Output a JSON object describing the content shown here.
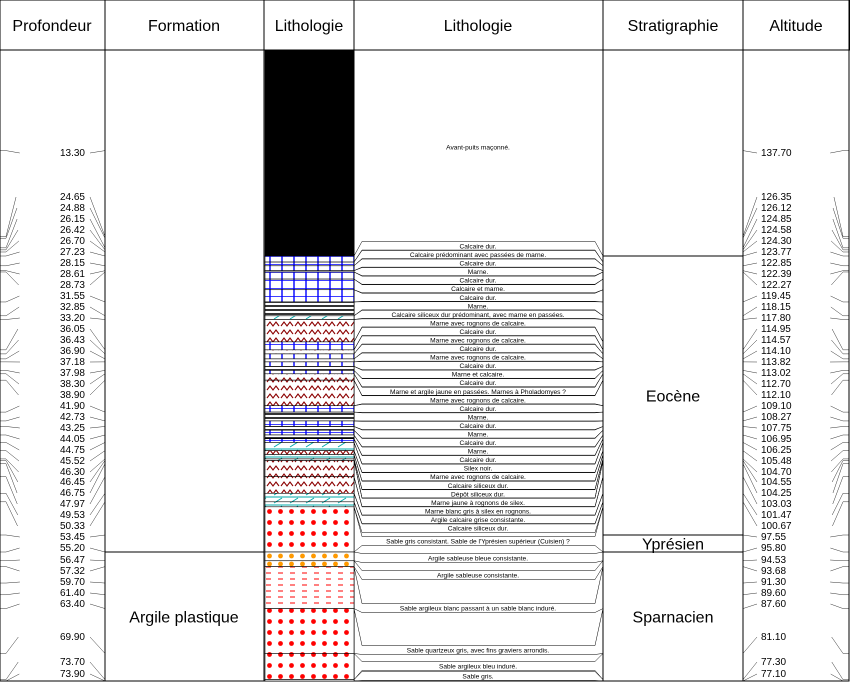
{
  "headers": [
    "Profondeur",
    "Formation",
    "Lithologie",
    "Lithologie",
    "Stratigraphie",
    "Altitude"
  ],
  "formations": [
    {
      "name": "",
      "top": 0,
      "bottom": 55.2
    },
    {
      "name": "Argile plastique",
      "top": 55.2,
      "bottom": 73.9
    }
  ],
  "stratigraphy": [
    {
      "name": "",
      "top": 0,
      "bottom": 27.23
    },
    {
      "name": "Eocène",
      "top": 27.23,
      "bottom": 53.45
    },
    {
      "name": "Yprésien",
      "top": 53.45,
      "bottom": 55.2
    },
    {
      "name": "Sparnacien",
      "top": 55.2,
      "bottom": 73.9
    }
  ],
  "colors": {
    "masonry": "#000000",
    "limestone": "#0000ff",
    "marl": "#000000",
    "nodules": "#8b0000",
    "siliceous": "#00aaaa",
    "sand": "#ff0000",
    "clay_sand": "#ff9900"
  },
  "layers": [
    {
      "top": 0,
      "bottom": 27.23,
      "pattern": "masonry",
      "desc": "Avant-puits maçonné."
    },
    {
      "top": 27.23,
      "bottom": 27.8,
      "pattern": "limestone",
      "desc": "Calcaire dur."
    },
    {
      "top": 27.8,
      "bottom": 28.15,
      "pattern": "limestone",
      "desc": "Calcaire prédominant avec passées de marne."
    },
    {
      "top": 28.15,
      "bottom": 28.61,
      "pattern": "limestone",
      "desc": "Calcaire dur."
    },
    {
      "top": 28.61,
      "bottom": 28.73,
      "pattern": "marl",
      "desc": "Marne."
    },
    {
      "top": 28.73,
      "bottom": 29.4,
      "pattern": "limestone",
      "desc": "Calcaire dur."
    },
    {
      "top": 29.4,
      "bottom": 30.4,
      "pattern": "limestone",
      "desc": "Calcaire et marne."
    },
    {
      "top": 30.4,
      "bottom": 31.55,
      "pattern": "limestone",
      "desc": "Calcaire dur."
    },
    {
      "top": 31.55,
      "bottom": 32.85,
      "pattern": "marl",
      "desc": "Marne."
    },
    {
      "top": 32.85,
      "bottom": 33.2,
      "pattern": "siliceous",
      "desc": "Calcaire siliceux dur prédominant, avec marne en passées."
    },
    {
      "top": 33.2,
      "bottom": 35.3,
      "pattern": "nodules",
      "desc": "Marne avec rognons de calcaire."
    },
    {
      "top": 35.3,
      "bottom": 36.05,
      "pattern": "limestone",
      "desc": "Calcaire dur."
    },
    {
      "top": 36.05,
      "bottom": 36.43,
      "pattern": "nodules",
      "desc": "Marne avec rognons de calcaire."
    },
    {
      "top": 36.43,
      "bottom": 36.9,
      "pattern": "limestone",
      "desc": "Calcaire dur."
    },
    {
      "top": 36.9,
      "bottom": 37.18,
      "pattern": "nodules",
      "desc": "Marne avec rognons de calcaire."
    },
    {
      "top": 37.18,
      "bottom": 37.6,
      "pattern": "limestone",
      "desc": "Calcaire dur."
    },
    {
      "top": 37.6,
      "bottom": 37.98,
      "pattern": "marl",
      "desc": "Marne et calcaire."
    },
    {
      "top": 37.98,
      "bottom": 38.3,
      "pattern": "limestone",
      "desc": "Calcaire dur."
    },
    {
      "top": 38.3,
      "bottom": 38.9,
      "pattern": "nodules",
      "desc": "Marne et argile jaune en passées. Marnes à Pholadomyes ?"
    },
    {
      "top": 38.9,
      "bottom": 41.3,
      "pattern": "nodules",
      "desc": "Marne avec rognons de calcaire."
    },
    {
      "top": 41.3,
      "bottom": 41.9,
      "pattern": "limestone",
      "desc": "Calcaire dur."
    },
    {
      "top": 41.9,
      "bottom": 42.73,
      "pattern": "marl",
      "desc": "Marne."
    },
    {
      "top": 42.73,
      "bottom": 43.25,
      "pattern": "limestone",
      "desc": "Calcaire dur."
    },
    {
      "top": 43.25,
      "bottom": 43.6,
      "pattern": "marl",
      "desc": "Marne."
    },
    {
      "top": 43.6,
      "bottom": 44.05,
      "pattern": "limestone",
      "desc": "Calcaire dur."
    },
    {
      "top": 44.05,
      "bottom": 44.4,
      "pattern": "marl",
      "desc": "Marne."
    },
    {
      "top": 44.4,
      "bottom": 44.75,
      "pattern": "limestone",
      "desc": "Calcaire dur."
    },
    {
      "top": 44.75,
      "bottom": 45.52,
      "pattern": "siliceous",
      "desc": "Silex noir."
    },
    {
      "top": 45.52,
      "bottom": 45.9,
      "pattern": "nodules",
      "desc": "Marne avec rognons de calcaire."
    },
    {
      "top": 45.9,
      "bottom": 46.3,
      "pattern": "siliceous",
      "desc": "Calcaire siliceux dur."
    },
    {
      "top": 46.3,
      "bottom": 46.45,
      "pattern": "siliceous",
      "desc": "Dépôt siliceux dur."
    },
    {
      "top": 46.45,
      "bottom": 47.97,
      "pattern": "nodules",
      "desc": "Marne jaune à rognons de silex."
    },
    {
      "top": 47.97,
      "bottom": 49.53,
      "pattern": "nodules",
      "desc": "Marne blanc gris à silex en rognons."
    },
    {
      "top": 49.53,
      "bottom": 50.33,
      "pattern": "siliceous",
      "desc": "Argile calcaire grise consistante."
    },
    {
      "top": 50.33,
      "bottom": 50.8,
      "pattern": "siliceous",
      "desc": "Calcaire siliceux dur."
    },
    {
      "top": 50.8,
      "bottom": 55.2,
      "pattern": "sand",
      "desc": "Sable gris consistant. Sable de l'Yprésien supérieur (Cuisien) ?"
    },
    {
      "top": 55.2,
      "bottom": 56.47,
      "pattern": "clay_sand",
      "desc": "Argile sableuse bleue consistante."
    },
    {
      "top": 56.47,
      "bottom": 57.32,
      "pattern": "clay_sand",
      "desc": "Argile sableuse consistante."
    },
    {
      "top": 57.32,
      "bottom": 63.4,
      "pattern": "dashes",
      "desc": "Sable argileux blanc passant à un sable blanc induré."
    },
    {
      "top": 63.4,
      "bottom": 69.9,
      "pattern": "sand",
      "desc": "Sable quartzeux gris, avec fins graviers arrondis."
    },
    {
      "top": 69.9,
      "bottom": 73.7,
      "pattern": "sand",
      "desc": "Sable argileux bleu induré."
    },
    {
      "top": 73.7,
      "bottom": 73.9,
      "pattern": "sand",
      "desc": "Sable gris."
    }
  ],
  "depth_labels": [
    "13.30",
    "24.65",
    "24.88",
    "26.15",
    "26.42",
    "26.70",
    "27.23",
    "28.15",
    "28.61",
    "28.73",
    "31.55",
    "32.85",
    "33.20",
    "36.05",
    "36.43",
    "36.90",
    "37.18",
    "37.98",
    "38.30",
    "38.90",
    "41.90",
    "42.73",
    "43.25",
    "44.05",
    "44.75",
    "45.52",
    "46.30",
    "46.45",
    "46.75",
    "47.97",
    "49.53",
    "50.33",
    "53.45",
    "55.20",
    "56.47",
    "57.32",
    "59.70",
    "61.40",
    "63.40",
    "69.90",
    "73.70",
    "73.90"
  ],
  "altitude_labels": [
    "137.70",
    "126.35",
    "126.12",
    "124.85",
    "124.58",
    "124.30",
    "123.77",
    "122.85",
    "122.39",
    "122.27",
    "119.45",
    "118.15",
    "117.80",
    "114.95",
    "114.57",
    "114.10",
    "113.82",
    "113.02",
    "112.70",
    "112.10",
    "109.10",
    "108.27",
    "107.75",
    "106.95",
    "106.25",
    "105.48",
    "104.70",
    "104.55",
    "104.25",
    "103.03",
    "101.47",
    "100.67",
    "97.55",
    "95.80",
    "94.53",
    "93.68",
    "91.30",
    "89.60",
    "87.60",
    "81.10",
    "77.30",
    "77.10"
  ]
}
